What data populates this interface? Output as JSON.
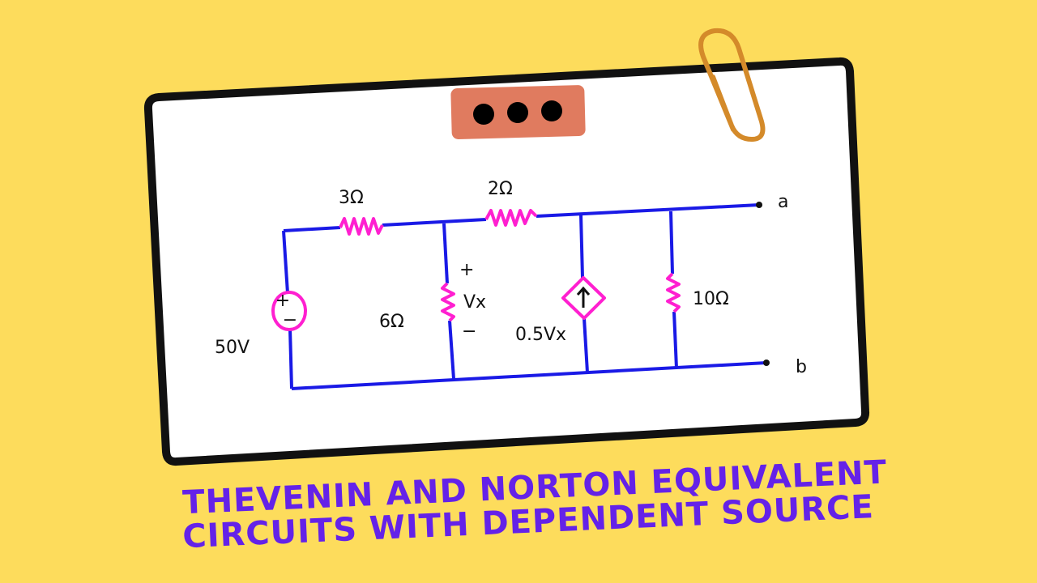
{
  "title": {
    "line1": "THEVENIN AND NORTON EQUIVALENT",
    "line2": "CIRCUITS WITH DEPENDENT SOURCE"
  },
  "circuit": {
    "source_voltage": "50V",
    "source_plus": "+",
    "source_minus": "−",
    "r1": "3Ω",
    "r2": "2Ω",
    "r3": "6Ω",
    "r4": "10Ω",
    "vx_label": "Vx",
    "vx_plus": "+",
    "vx_minus": "−",
    "dependent_source": "0.5Vx",
    "terminal_a": "a",
    "terminal_b": "b"
  },
  "colors": {
    "background": "#fddc5c",
    "wire": "#1a1ae6",
    "component": "#ff1fd0",
    "title": "#6422e8",
    "window_pill": "#e07b5f",
    "paperclip": "#d48a2a"
  }
}
